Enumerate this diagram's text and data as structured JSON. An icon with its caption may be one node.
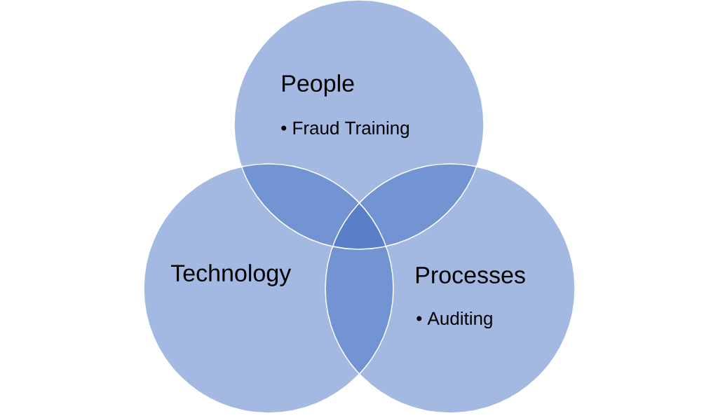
{
  "diagram": {
    "nodes": [
      {
        "text": [
          "People",
          "• Fraud Training"
        ]
      },
      {
        "text": [
          "Technology"
        ]
      },
      {
        "text": [
          "Processes",
          "• Auditing"
        ]
      }
    ],
    "edges": []
  }
}
